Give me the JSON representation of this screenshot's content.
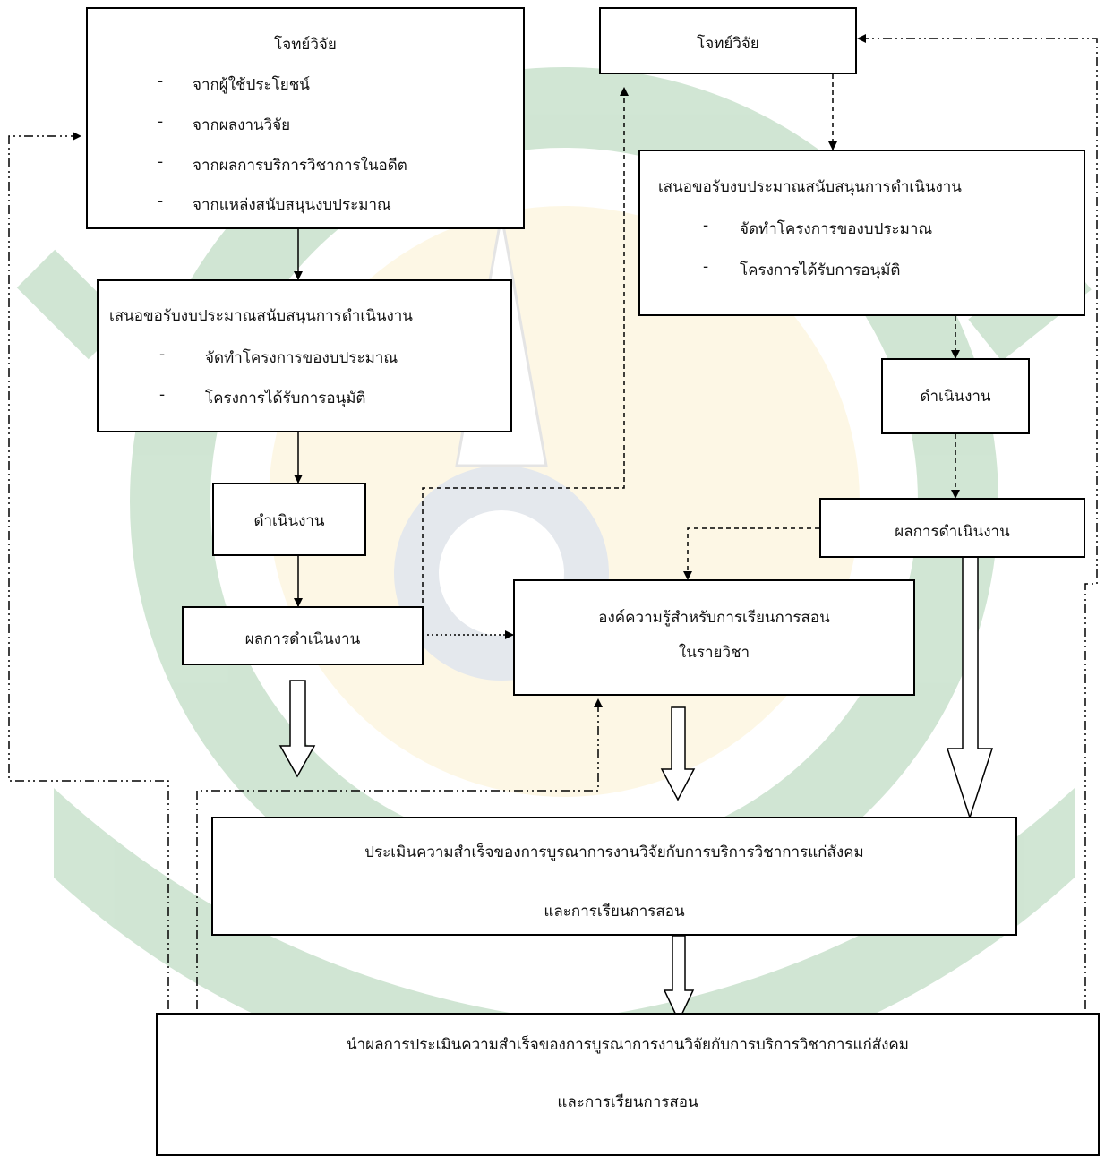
{
  "diagram": {
    "left": {
      "source": {
        "title": "โจทย์วิจัย",
        "items": [
          "จากผู้ใช้ประโยชน์",
          "จากผลงานวิจัย",
          "จากผลการบริการวิชาการในอดีต",
          "จากแหล่งสนับสนุนงบประมาณ"
        ]
      },
      "proposal": {
        "title": "เสนอขอรับงบประมาณสนับสนุนการดำเนินงาน",
        "items": [
          "จัดทำโครงการของบประมาณ",
          "โครงการได้รับการอนุมัติ"
        ]
      },
      "operation": "ดำเนินงาน",
      "result": "ผลการดำเนินงาน"
    },
    "right": {
      "source": {
        "title": "โจทย์วิจัย"
      },
      "proposal": {
        "title": "เสนอขอรับงบประมาณสนับสนุนการดำเนินงาน",
        "items": [
          "จัดทำโครงการของบประมาณ",
          "โครงการได้รับการอนุมัติ"
        ]
      },
      "operation": "ดำเนินงาน",
      "result": "ผลการดำเนินงาน"
    },
    "knowledge": {
      "line1": "องค์ความรู้สำหรับการเรียนการสอน",
      "line2": "ในรายวิชา"
    },
    "evaluation": {
      "line1": "ประเมินความสำเร็จของการบูรณาการงานวิจัยกับการบริการวิชาการแก่สังคม",
      "line2": "และการเรียนการสอน"
    },
    "apply": {
      "line1": "นำผลการประเมินความสำเร็จของการบูรณาการงานวิจัยกับการบริการวิชาการแก่สังคม",
      "line2": "และการเรียนการสอน"
    },
    "bullet_symbol": "-"
  },
  "colors": {
    "box_border": "#000000",
    "watermark_green": "#2e8b3a",
    "watermark_yellow": "#f2c12e",
    "watermark_blue": "#3b66c4"
  }
}
